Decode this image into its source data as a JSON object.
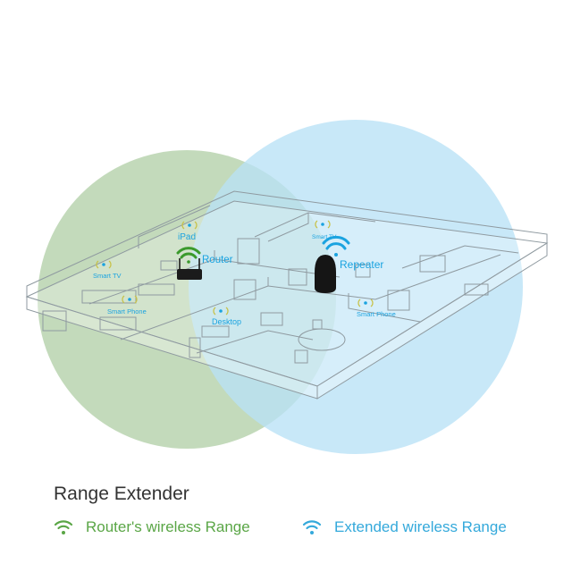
{
  "diagram": {
    "title": "Range Extender",
    "devices": {
      "router": {
        "label": "Router",
        "icon": "wifi-icon"
      },
      "repeater": {
        "label": "Repeater",
        "icon": "wifi-icon"
      }
    },
    "clients": [
      {
        "label": "iPad"
      },
      {
        "label": "Smart TV"
      },
      {
        "label": "Smart Phone"
      },
      {
        "label": "Desktop"
      },
      {
        "label": "Smart TV"
      },
      {
        "label": "Smart Phone"
      }
    ],
    "legend": [
      {
        "label": "Router's wireless Range",
        "icon": "wifi-icon",
        "color": "#5aa646"
      },
      {
        "label": "Extended wireless Range",
        "icon": "wifi-icon",
        "color": "#34a9db"
      }
    ]
  },
  "colors": {
    "router_range": "#b9d3af",
    "extended_range": "#b8e2f6",
    "router_accent": "#3a9a2c",
    "repeater_accent": "#1aa3e0",
    "client_icon": "#c8c24a"
  }
}
